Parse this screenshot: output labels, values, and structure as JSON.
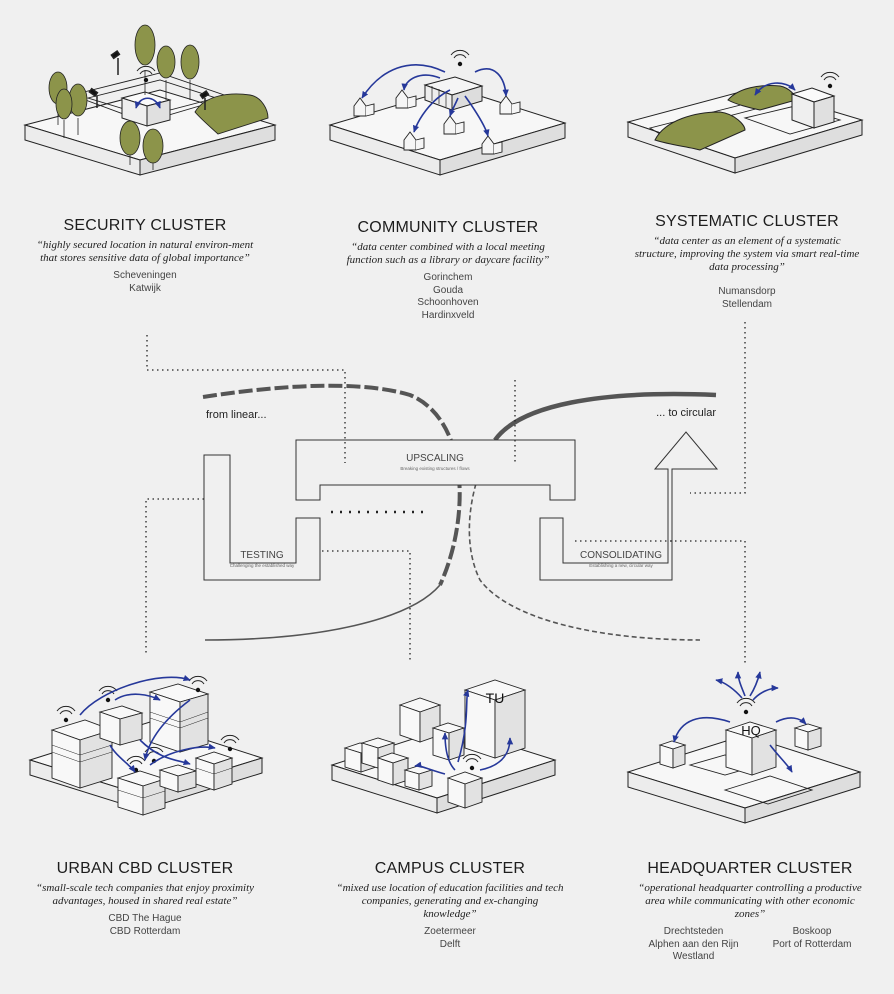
{
  "flow": {
    "from_label": "from linear...",
    "to_label": "... to circular",
    "stages": [
      {
        "name": "UPSCALING",
        "subtitle": "Breaking existing structures / flows"
      },
      {
        "name": "TESTING",
        "subtitle": "Challenging the established way"
      },
      {
        "name": "CONSOLIDATING",
        "subtitle": "Establishing a new, circular way"
      }
    ]
  },
  "clusters": {
    "security": {
      "title": "SECURITY CLUSTER",
      "quote": "“highly secured location in natural environ-ment that stores sensitive data of global importance”",
      "places": [
        "Scheveningen",
        "Katwijk"
      ]
    },
    "community": {
      "title": "COMMUNITY CLUSTER",
      "quote": "“data center combined with a local meeting function such as a library or daycare facility”",
      "places": [
        "Gorinchem",
        "Gouda",
        "Schoonhoven",
        "Hardinxveld"
      ]
    },
    "systematic": {
      "title": "SYSTEMATIC CLUSTER",
      "quote": "“data center as an element of a systematic structure, improving the system via smart real-time data processing”",
      "places": [
        "Numansdorp",
        "Stellendam"
      ]
    },
    "urban": {
      "title": "URBAN CBD CLUSTER",
      "quote": "“small-scale tech companies that enjoy proximity advantages, housed in shared real estate”",
      "places": [
        "CBD The Hague",
        "CBD Rotterdam"
      ]
    },
    "campus": {
      "title": "CAMPUS CLUSTER",
      "quote": "“mixed use location of education facilities and tech companies, generating and ex-changing knowledge”",
      "places": [
        "Zoetermeer",
        "Delft"
      ],
      "building_label": "TU"
    },
    "headquarter": {
      "title": "HEADQUARTER CLUSTER",
      "quote": "“operational headquarter controlling a productive area while communicating with other economic zones”",
      "places_left": [
        "Drechtsteden",
        "Alphen aan den Rijn",
        "Westland"
      ],
      "places_right": [
        "Boskoop",
        "Port of Rotterdam"
      ],
      "building_label": "HQ"
    }
  },
  "colors": {
    "tree": "#8c944a",
    "arrow": "#26389a",
    "line": "#333333",
    "slab_top": "#f7f7f7"
  }
}
